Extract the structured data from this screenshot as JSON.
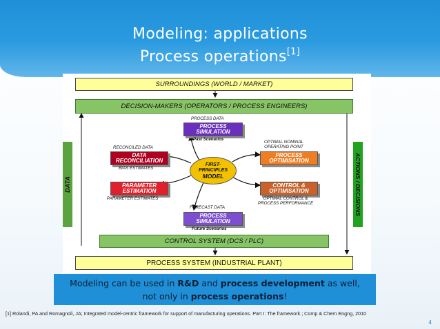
{
  "slide": {
    "title_line1": "Modeling: applications",
    "title_line2": "Process operations",
    "title_ref": "[1]",
    "page_number": "4"
  },
  "diagram": {
    "surroundings": "SURROUNDINGS (WORLD / MARKET)",
    "decision_makers": "DECISION-MAKERS (OPERATORS / PROCESS ENGINEERS)",
    "control_system": "CONTROL SYSTEM (DCS / PLC)",
    "process_system": "PROCESS SYSTEM (INDUSTRIAL PLANT)",
    "data_bar": "DATA",
    "actions_bar": "ACTIONS / DECISIONS",
    "center_line1": "FIRST-",
    "center_line2": "PRINCIPLES",
    "center_line3": "MODEL",
    "sim_top_line1": "PROCESS",
    "sim_top_line2": "SIMULATION",
    "sim_top_above": "PROCESS DATA",
    "sim_top_below": "Past Scenarios",
    "recon_line1": "DATA",
    "recon_line2": "RECONCILIATION",
    "recon_above": "RECONCILED DATA",
    "recon_below": "BIAS ESTIMATES",
    "param_line1": "PARAMETER",
    "param_line2": "ESTIMATION",
    "param_below": "PARAMETER ESTIMATES",
    "opt_line1": "PROCESS",
    "opt_line2": "OPTIMISATION",
    "opt_above1": "OPTIMAL NOMINAL",
    "opt_above2": "OPERATING POINT",
    "ctrl_line1": "CONTROL &",
    "ctrl_line2": "OPTIMISATION",
    "ctrl_below1": "OPTIMAL CONTROL &",
    "ctrl_below2": "PROCESS PERFORMANCE",
    "sim_bot_line1": "PROCESS",
    "sim_bot_line2": "SIMULATION",
    "sim_bot_above": "FORECAST DATA",
    "sim_bot_below": "Future Scenarios"
  },
  "callout": {
    "part1": "Modeling can be used in ",
    "bold1": "R&D",
    "part2": " and ",
    "bold2": "process development",
    "part3": " as well,",
    "part4": "not only in ",
    "bold3": "process operations",
    "part5": "!"
  },
  "footnote": "[1] Rolandi, PA and Romagnoli, JA; Integrated model-centric framework for support of manufacturing operations. Part I: The framework.; Comp & Chem Engng, 2010",
  "colors": {
    "accent": "#1f8fd8",
    "surroundings_fill": "#ffff99",
    "decision_fill": "#7fbf5f",
    "side_bar_fill": "#5aa33e",
    "center_fill": "#f2c200",
    "simulation_fill": "#6a2fbf",
    "reconciliation_fill": "#b00020",
    "parameter_fill": "#e0202a",
    "optimisation_fill": "#ef7d22",
    "control_fill": "#c8622a"
  }
}
